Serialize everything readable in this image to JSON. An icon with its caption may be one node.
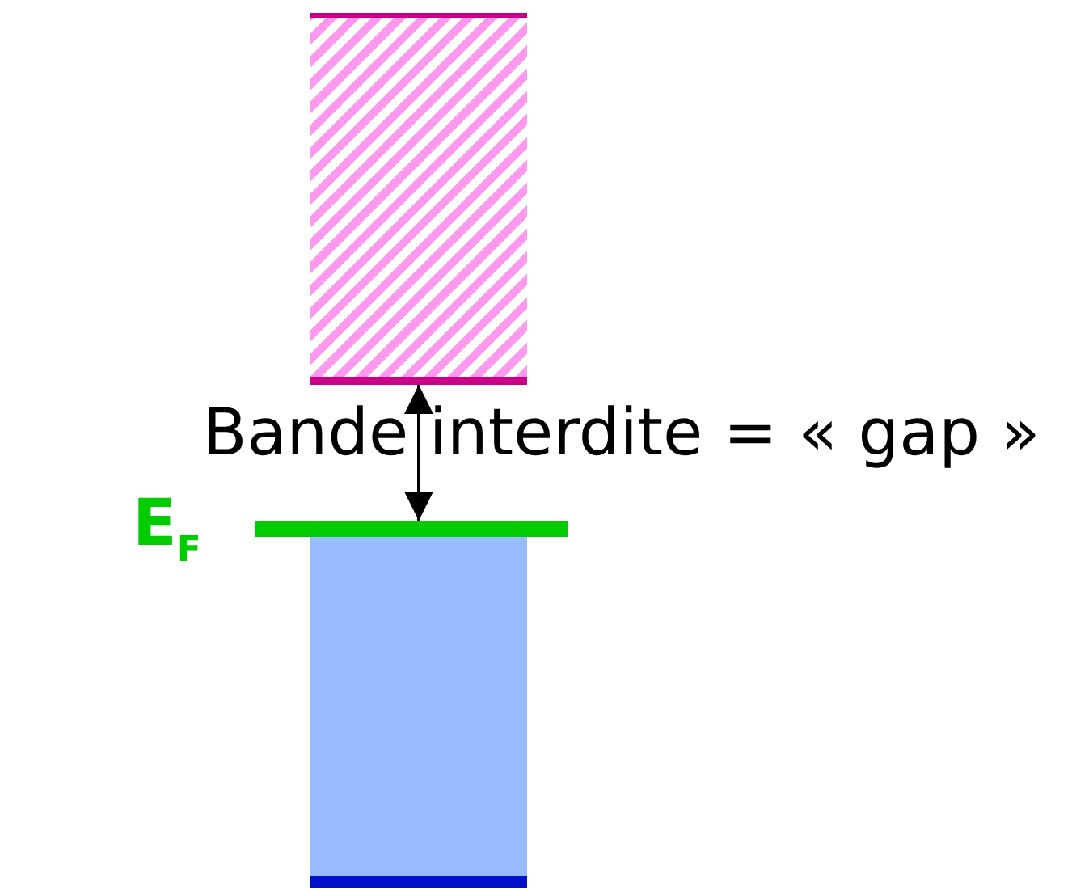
{
  "diagram": {
    "nodes": [
      {
        "text": [],
        "shape": "box"
      },
      {
        "text": [],
        "shape": "bar",
        "beside": [
          "E$_{F}$"
        ]
      },
      {
        "text": [],
        "shape": "box"
      }
    ],
    "edges": [
      {
        "from": 0,
        "to": 1,
        "arrow": "both"
      }
    ],
    "labels": [
      "Bande interdite = « gap »"
    ]
  }
}
